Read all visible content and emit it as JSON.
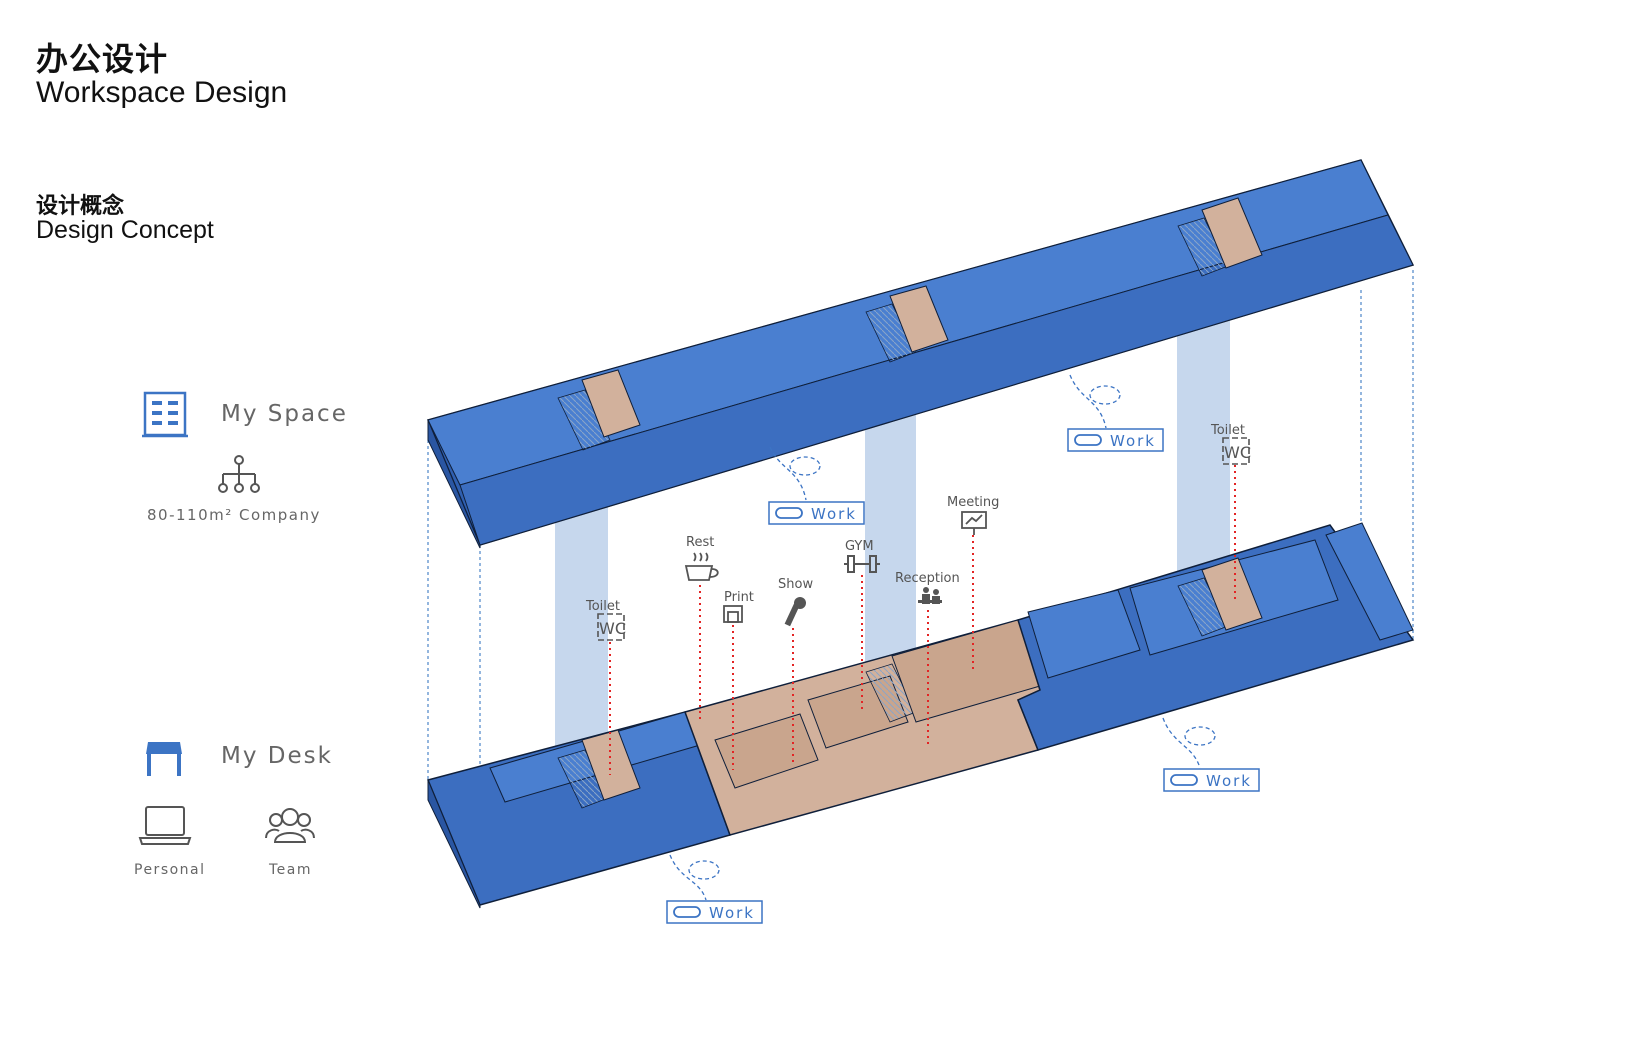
{
  "header": {
    "title_cn": "办公设计",
    "title_en": "Workspace Design",
    "concept_cn": "设计概念",
    "concept_en": "Design Concept"
  },
  "legend": {
    "my_space": "My Space",
    "company": "80-110m²  Company",
    "my_desk": "My Desk",
    "personal": "Personal",
    "team": "Team"
  },
  "diagram": {
    "colors": {
      "office": "#4478c8",
      "office_top": "#5a8ad6",
      "public": "#d2b19c",
      "shaft": "#bcd0ea",
      "marker": "#e32424",
      "tag": "#3c74c4"
    },
    "functions": {
      "rest": "Rest",
      "print": "Print",
      "show": "Show",
      "gym": "GYM",
      "reception": "Reception",
      "meeting": "Meeting",
      "toilet_left": "Toilet",
      "toilet_right": "Toilet",
      "wc": "WC"
    },
    "work_tags": [
      "Work",
      "Work",
      "Work",
      "Work"
    ]
  }
}
